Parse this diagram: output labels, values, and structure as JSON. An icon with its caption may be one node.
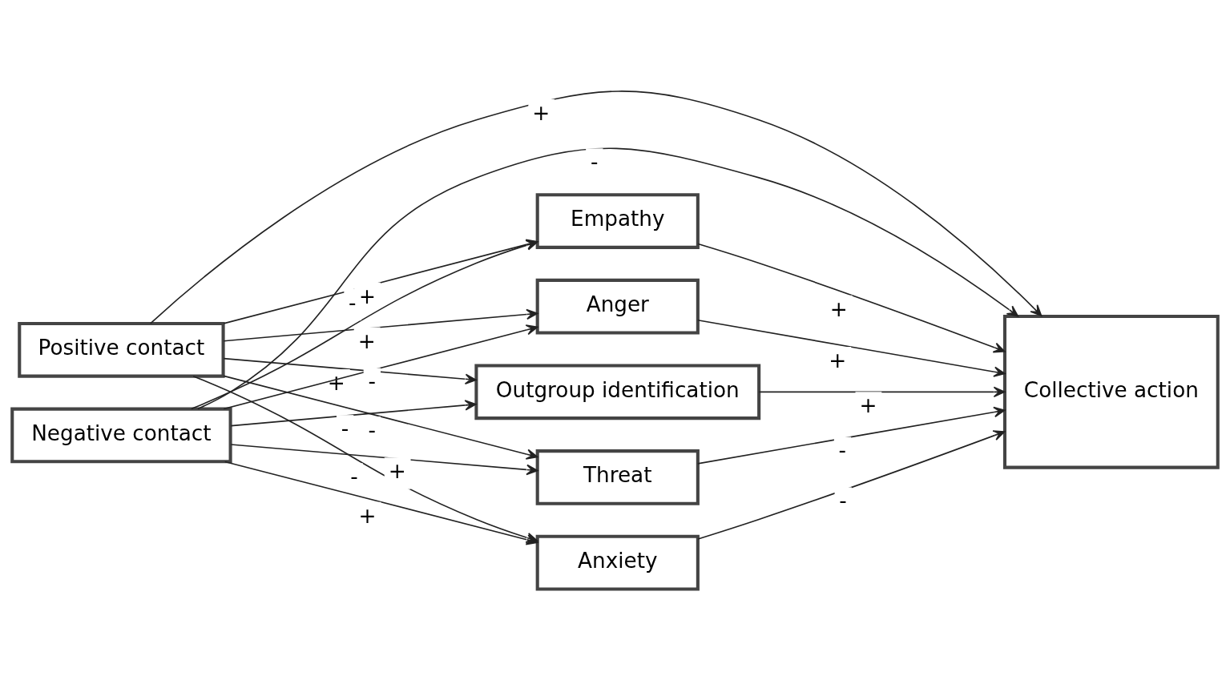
{
  "diagram": {
    "nodes": [
      {
        "text": [
          "Positive contact"
        ]
      },
      {
        "text": [
          "Negative contact"
        ]
      },
      {
        "text": [
          "Empathy"
        ]
      },
      {
        "text": [
          "Anger"
        ]
      },
      {
        "text": [
          "Outgroup identification"
        ]
      },
      {
        "text": [
          "Threat"
        ]
      },
      {
        "text": [
          "Anxiety"
        ]
      },
      {
        "text": [
          "Collective action"
        ]
      }
    ],
    "edges": [
      {
        "from": 0,
        "to": 2,
        "arrow": "to",
        "label": "+"
      },
      {
        "from": 1,
        "to": 2,
        "arrow": "to",
        "label": "-"
      },
      {
        "from": 0,
        "to": 3,
        "arrow": "to",
        "label": "+"
      },
      {
        "from": 1,
        "to": 3,
        "arrow": "to",
        "label": "-"
      },
      {
        "from": 0,
        "to": 4,
        "arrow": "to",
        "label": "+"
      },
      {
        "from": 1,
        "to": 4,
        "arrow": "to",
        "label": "-"
      },
      {
        "from": 0,
        "to": 5,
        "arrow": "to",
        "label": "-"
      },
      {
        "from": 1,
        "to": 5,
        "arrow": "to",
        "label": "+"
      },
      {
        "from": 0,
        "to": 6,
        "arrow": "to",
        "label": "-"
      },
      {
        "from": 1,
        "to": 6,
        "arrow": "to",
        "label": "+"
      },
      {
        "from": 2,
        "to": 7,
        "arrow": "to",
        "label": "+"
      },
      {
        "from": 3,
        "to": 7,
        "arrow": "to",
        "label": "+"
      },
      {
        "from": 0,
        "to": 7,
        "arrow": "to",
        "label": "+"
      },
      {
        "from": 4,
        "to": 7,
        "arrow": "to",
        "label": "+"
      },
      {
        "from": 1,
        "to": 7,
        "arrow": "to",
        "label": "-"
      },
      {
        "from": 5,
        "to": 7,
        "arrow": "to",
        "label": "-"
      },
      {
        "from": 6,
        "to": 7,
        "arrow": "to",
        "label": "-"
      }
    ]
  }
}
